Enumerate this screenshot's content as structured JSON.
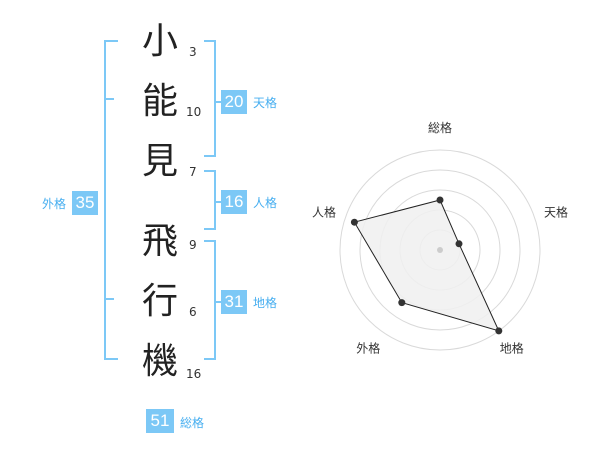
{
  "name_chars": [
    {
      "char": "小",
      "strokes": "3"
    },
    {
      "char": "能",
      "strokes": "10"
    },
    {
      "char": "見",
      "strokes": "7"
    },
    {
      "char": "飛",
      "strokes": "9"
    },
    {
      "char": "行",
      "strokes": "6"
    },
    {
      "char": "機",
      "strokes": "16"
    }
  ],
  "kakaku": {
    "tenkaku": {
      "value": "20",
      "label": "天格"
    },
    "jinkaku": {
      "value": "16",
      "label": "人格"
    },
    "chikaku": {
      "value": "31",
      "label": "地格"
    },
    "gaikaku": {
      "value": "35",
      "label": "外格"
    },
    "soukaku": {
      "value": "51",
      "label": "総格"
    }
  },
  "chart_data": {
    "type": "radar",
    "axes": [
      "総格",
      "天格",
      "地格",
      "外格",
      "人格"
    ],
    "values": [
      0.5,
      0.2,
      1.0,
      0.65,
      0.9
    ],
    "rings": 5,
    "max": 1.0
  },
  "colors": {
    "accent": "#7cc8f6",
    "accent_text": "#46aef0",
    "fill": "#f0f0f0",
    "stroke": "#222222"
  }
}
